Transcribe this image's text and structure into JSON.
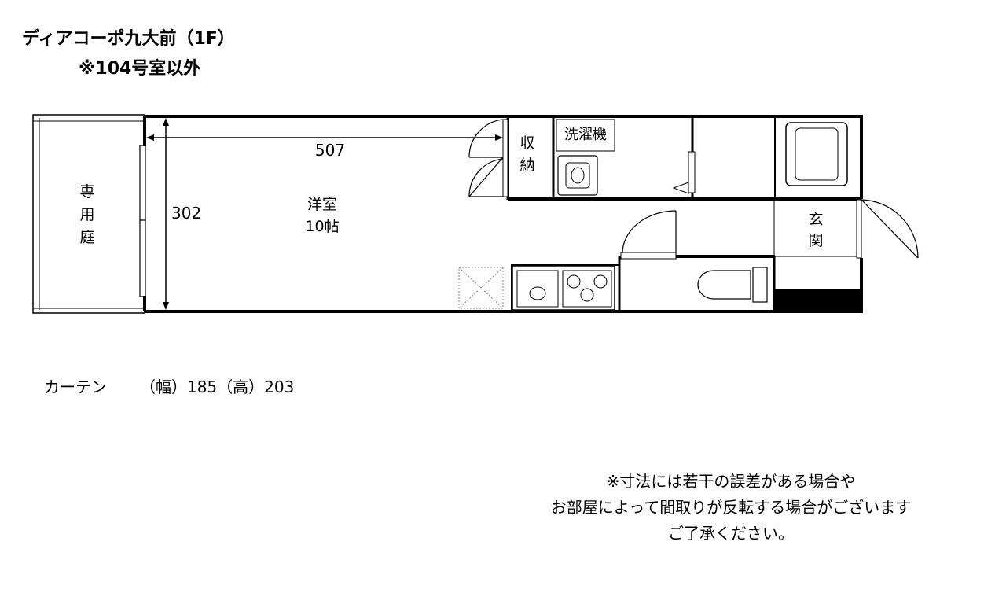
{
  "header": {
    "title": "ディアコーポ九大前（1F）",
    "subtitle": "※104号室以外"
  },
  "floor_plan": {
    "rooms": {
      "garden": [
        "専",
        "用",
        "庭"
      ],
      "western_room": {
        "name": "洋室",
        "size": "10帖"
      },
      "storage": [
        "収",
        "納"
      ],
      "laundry": "洗濯機",
      "entrance": [
        "玄",
        "関"
      ]
    },
    "dimensions": {
      "width": "507",
      "height": "302"
    }
  },
  "curtain": {
    "label": "カーテン",
    "width_text": "（幅）185",
    "height_text": "（高）203"
  },
  "notes": [
    "※寸法には若干の誤差がある場合や",
    "お部屋によって間取りが反転する場合がございます",
    "ご了承ください。"
  ]
}
